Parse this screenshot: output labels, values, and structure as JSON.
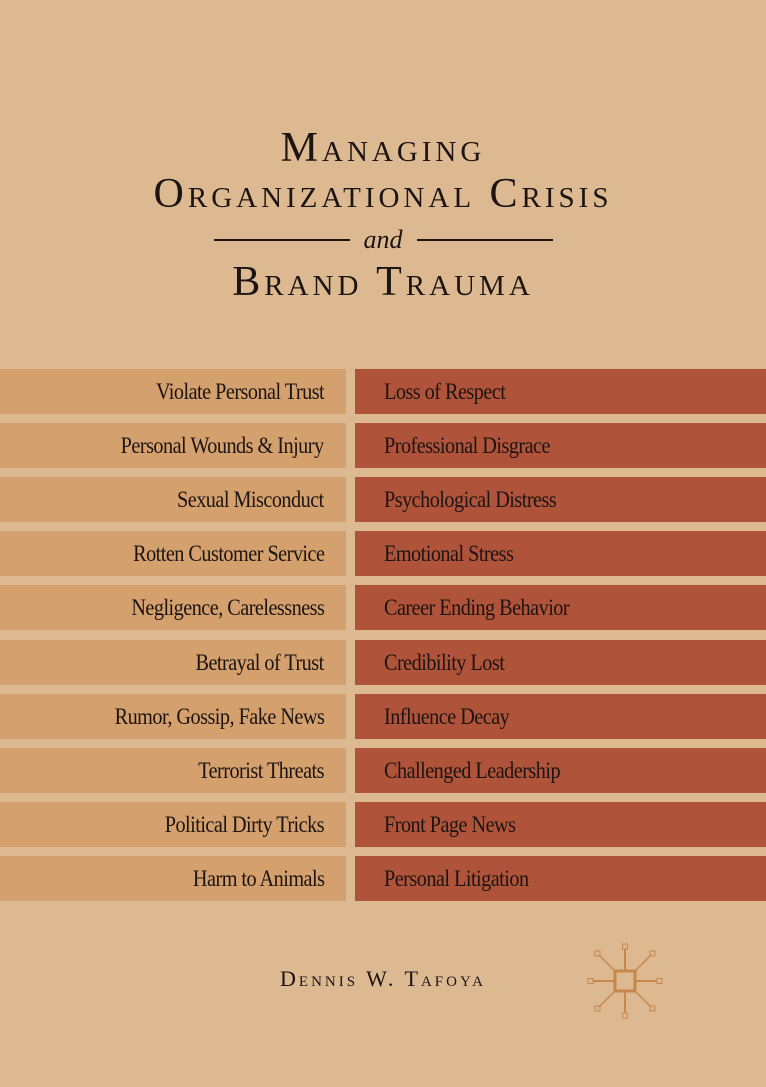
{
  "cover": {
    "title_line1": "Managing",
    "title_line2": "Organizational Crisis",
    "title_connector": "and",
    "title_line3": "Brand Trauma",
    "author": "Dennis W. Tafoya",
    "publisher_logo_icon": "palgrave-logo-icon"
  },
  "table": {
    "rows": [
      {
        "cause": "Violate Personal Trust",
        "effect": "Loss of Respect"
      },
      {
        "cause": "Personal Wounds & Injury",
        "effect": "Professional Disgrace"
      },
      {
        "cause": "Sexual Misconduct",
        "effect": "Psychological Distress"
      },
      {
        "cause": "Rotten Customer Service",
        "effect": "Emotional Stress"
      },
      {
        "cause": "Negligence, Carelessness",
        "effect": "Career Ending Behavior"
      },
      {
        "cause": "Betrayal of Trust",
        "effect": "Credibility Lost"
      },
      {
        "cause": "Rumor, Gossip, Fake News",
        "effect": "Influence Decay"
      },
      {
        "cause": "Terrorist Threats",
        "effect": "Challenged Leadership"
      },
      {
        "cause": "Political Dirty Tricks",
        "effect": "Front Page News"
      },
      {
        "cause": "Harm to Animals",
        "effect": "Personal Litigation"
      }
    ]
  },
  "colors": {
    "background": "#ddb992",
    "left_bar": "#d4a06e",
    "right_bar": "#b0533b",
    "text": "#1c1410",
    "logo": "#c8874a"
  }
}
